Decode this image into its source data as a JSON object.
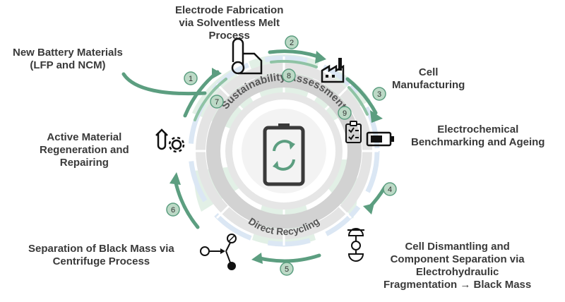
{
  "center": {
    "outer_ring_label": "Sustainability Assessment",
    "inner_ring_label": "Direct Recycling"
  },
  "steps": [
    {
      "number": "1",
      "lines": [
        "New Battery Materials",
        "(LFP and NCM)"
      ]
    },
    {
      "number": "2",
      "lines": [
        "Electrode Fabrication",
        "via Solventless Melt",
        "Process"
      ]
    },
    {
      "number": "3",
      "lines": [
        "Cell",
        "Manufacturing"
      ]
    },
    {
      "number": "4",
      "lines": [
        "Electrochemical",
        "Benchmarking and Ageing"
      ]
    },
    {
      "number": "5",
      "lines": [
        "Cell Dismantling and",
        "Component Separation via",
        "Electrohydraulic",
        "Fragmentation → Black Mass"
      ]
    },
    {
      "number": "6",
      "lines": [
        "Separation of Black Mass via",
        "Centrifuge Process"
      ]
    },
    {
      "number": "7",
      "lines": [
        "Active Material",
        "Regeneration and",
        "Repairing"
      ]
    }
  ],
  "assessment_steps": [
    "7",
    "8",
    "9"
  ],
  "icons": [
    "paper-roll-icon",
    "factory-icon",
    "clipboard-icon",
    "battery-icon",
    "separation-device-icon",
    "flow-split-icon",
    "tools-gear-icon",
    "battery-recycle-icon"
  ],
  "colors": {
    "arrow_green": "#5c9e80",
    "sector_light": "#e2f0e6",
    "circle_fill": "#bcd9c6",
    "ring_gray": "#d2d2d2",
    "ring_blue": "#dbe7f4",
    "label_text": "#3a3a3a"
  }
}
